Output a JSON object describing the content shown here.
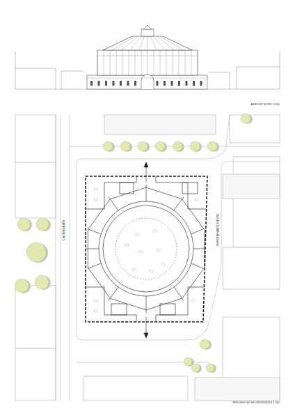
{
  "diagram": {
    "labels": [
      "ANSICHT NORD 1:200",
      "Lerchenstraße",
      "Bei der Schillerkaserne",
      "ERDGESCHOSS GRUNDRISS 1:200"
    ]
  }
}
